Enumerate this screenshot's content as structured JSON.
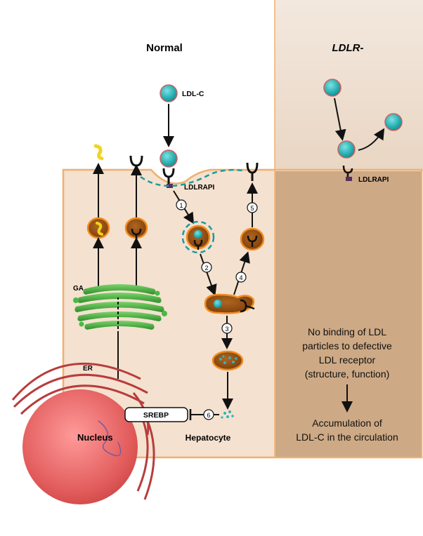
{
  "panels": {
    "normal_title": "Normal",
    "ldlr_title": "LDLR-"
  },
  "labels": {
    "ldl_c": "LDL-C",
    "ldlrapi_normal": "LDLRAPI",
    "ldlrapi_defect": "LDLRAPI",
    "ga": "GA",
    "er": "ER",
    "nucleus": "Nucleus",
    "hepatocyte": "Hepatocyte",
    "srebp": "SREBP"
  },
  "steps": [
    "1",
    "2",
    "3",
    "4",
    "5",
    "6"
  ],
  "defect_text": {
    "line1": "No binding of LDL",
    "line2": "particles to defective",
    "line3": "LDL receptor",
    "line4": "(structure, function)",
    "line5": "Accumulation of",
    "line6": "LDL-C in the circulation"
  },
  "colors": {
    "cell_light": "#f4e1cf",
    "cell_dark": "#caa783",
    "cell_border": "#f0b070",
    "ldl_teal": "#2fb5b8",
    "vesicle_brown": "#8b4a12",
    "vesicle_orange": "#f08c1e",
    "golgi_green": "#3faa3a",
    "nucleus_red": "#e86868",
    "er_red": "#b83c3c",
    "receptor_purple": "#5a2c5a"
  }
}
